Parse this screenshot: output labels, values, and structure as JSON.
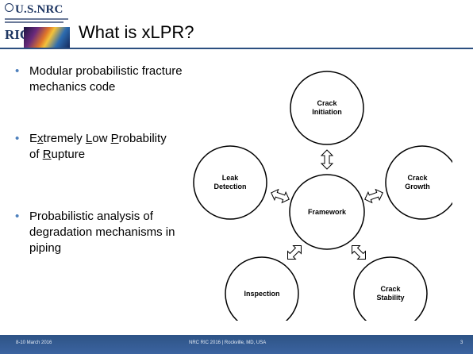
{
  "header": {
    "org": "U.S.NRC",
    "ric": "RIC",
    "title": "What is xLPR?"
  },
  "bullets": [
    {
      "lines": [
        "Modular probabilistic fracture",
        "mechanics code"
      ]
    },
    {
      "lines": [
        "Extremely Low Probability",
        "of Rupture"
      ]
    },
    {
      "lines": [
        "Probabilistic analysis of",
        "degradation mechanisms in",
        "piping"
      ]
    }
  ],
  "diagram": {
    "center": "Framework",
    "nodes": {
      "crack_initiation": [
        "Crack",
        "Initiation"
      ],
      "crack_growth": [
        "Crack",
        "Growth"
      ],
      "crack_stability": [
        "Crack",
        "Stability"
      ],
      "inspection": [
        "Inspection"
      ],
      "leak_detection": [
        "Leak",
        "Detection"
      ]
    }
  },
  "footer": {
    "date": "8-10 March 2016",
    "event": "NRC RIC 2016 | Rockville, MD, USA",
    "page": "3"
  },
  "colors": {
    "accent": "#4f81bd",
    "footer": "#2e5486",
    "title_rule": "#2c4f80"
  }
}
